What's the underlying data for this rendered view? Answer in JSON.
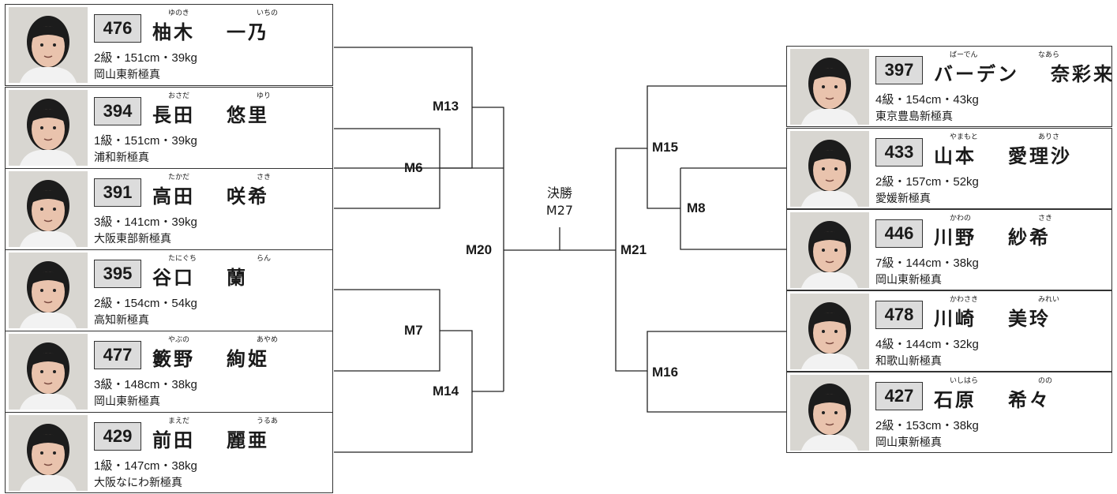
{
  "title": "決勝",
  "final_match": "M27",
  "matches": [
    "M13",
    "M6",
    "M20",
    "M7",
    "M14",
    "M15",
    "M8",
    "M21",
    "M16"
  ],
  "left_players": [
    {
      "number": "476",
      "furi_last": "ゆのき",
      "furi_first": "いちの",
      "last": "柚木",
      "first": "一乃",
      "stats": "2級・151cm・39kg",
      "dojo": "岡山東新極真"
    },
    {
      "number": "394",
      "furi_last": "おさだ",
      "furi_first": "ゆり",
      "last": "長田",
      "first": "悠里",
      "stats": "1級・151cm・39kg",
      "dojo": "浦和新極真"
    },
    {
      "number": "391",
      "furi_last": "たかだ",
      "furi_first": "さき",
      "last": "高田",
      "first": "咲希",
      "stats": "3級・141cm・39kg",
      "dojo": "大阪東部新極真"
    },
    {
      "number": "395",
      "furi_last": "たにぐち",
      "furi_first": "らん",
      "last": "谷口",
      "first": "蘭",
      "stats": "2級・154cm・54kg",
      "dojo": "高知新極真"
    },
    {
      "number": "477",
      "furi_last": "やぶの",
      "furi_first": "あやめ",
      "last": "籔野",
      "first": "絢姫",
      "stats": "3級・148cm・38kg",
      "dojo": "岡山東新極真"
    },
    {
      "number": "429",
      "furi_last": "まえだ",
      "furi_first": "うるあ",
      "last": "前田",
      "first": "麗亜",
      "stats": "1級・147cm・38kg",
      "dojo": "大阪なにわ新極真"
    }
  ],
  "right_players": [
    {
      "number": "397",
      "furi_last": "ばーでん",
      "furi_first": "なあら",
      "last": "バーデン",
      "first": "奈彩来",
      "stats": "4級・154cm・43kg",
      "dojo": "東京豊島新極真"
    },
    {
      "number": "433",
      "furi_last": "やまもと",
      "furi_first": "ありさ",
      "last": "山本",
      "first": "愛理沙",
      "stats": "2級・157cm・52kg",
      "dojo": "愛媛新極真"
    },
    {
      "number": "446",
      "furi_last": "かわの",
      "furi_first": "さき",
      "last": "川野",
      "first": "紗希",
      "stats": "7級・144cm・38kg",
      "dojo": "岡山東新極真"
    },
    {
      "number": "478",
      "furi_last": "かわさき",
      "furi_first": "みれい",
      "last": "川崎",
      "first": "美玲",
      "stats": "4級・144cm・32kg",
      "dojo": "和歌山新極真"
    },
    {
      "number": "427",
      "furi_last": "いしはら",
      "furi_first": "のの",
      "last": "石原",
      "first": "希々",
      "stats": "2級・153cm・38kg",
      "dojo": "岡山東新極真"
    }
  ]
}
